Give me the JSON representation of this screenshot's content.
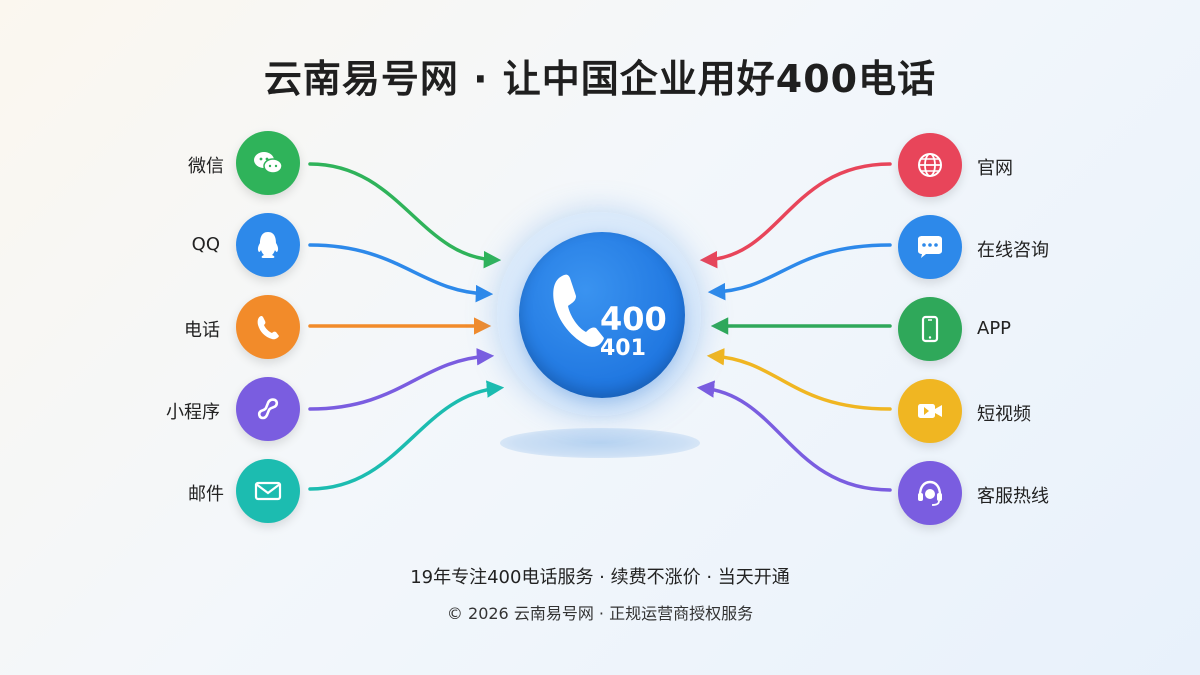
{
  "title": "云南易号网 · 让中国企业用好400电话",
  "hub": {
    "main": "400",
    "sub": "401"
  },
  "left_nodes": [
    {
      "label": "微信",
      "icon": "wechat-icon",
      "color": "#2fb35a"
    },
    {
      "label": "QQ",
      "icon": "qq-icon",
      "color": "#2d89ea"
    },
    {
      "label": "电话",
      "icon": "phone-icon",
      "color": "#f28b2a"
    },
    {
      "label": "小程序",
      "icon": "mini-program-icon",
      "color": "#7a5de0"
    },
    {
      "label": "邮件",
      "icon": "mail-icon",
      "color": "#1cbcb0"
    }
  ],
  "right_nodes": [
    {
      "label": "官网",
      "icon": "globe-icon",
      "color": "#e8455a"
    },
    {
      "label": "在线咨询",
      "icon": "chat-bubble-icon",
      "color": "#2d89ea"
    },
    {
      "label": "APP",
      "icon": "smartphone-icon",
      "color": "#2fa85a"
    },
    {
      "label": "短视频",
      "icon": "video-camera-icon",
      "color": "#f0b622"
    },
    {
      "label": "客服热线",
      "icon": "headset-icon",
      "color": "#7a5de0"
    }
  ],
  "footer": {
    "tagline": "19年专注400电话服务 · 续费不涨价 · 当天开通",
    "copyright": "© 2026 云南易号网 · 正规运营商授权服务"
  }
}
